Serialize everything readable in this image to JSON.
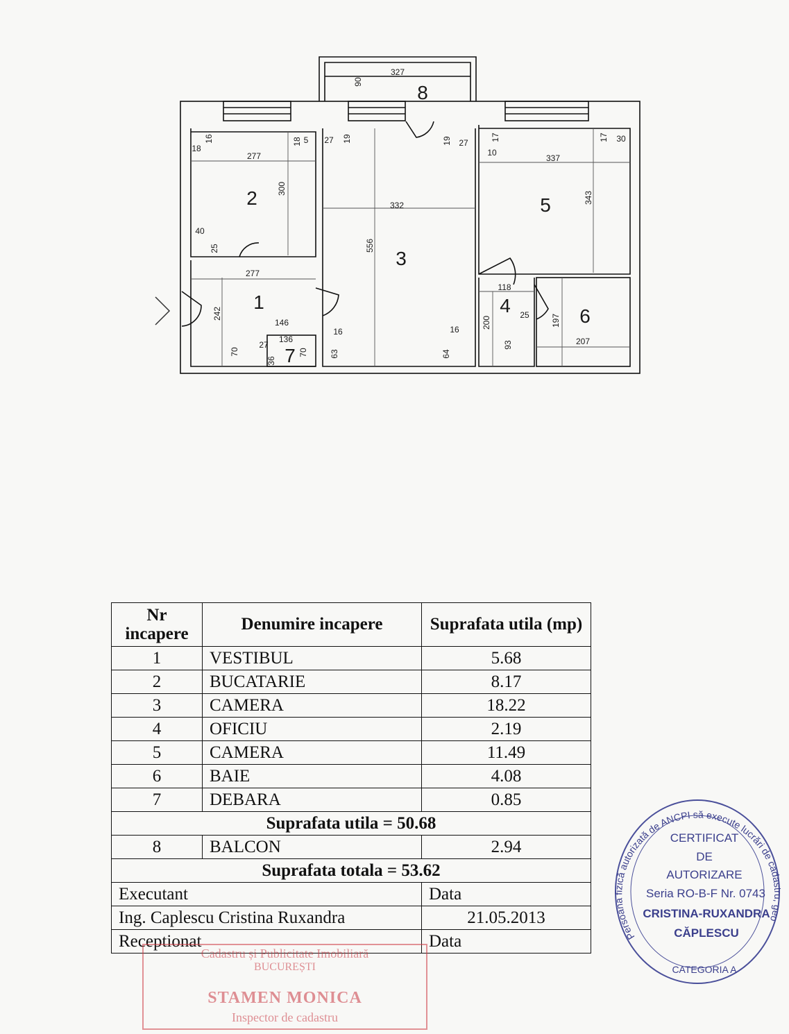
{
  "plan": {
    "room_numbers": [
      "1",
      "2",
      "3",
      "4",
      "5",
      "6",
      "7",
      "8"
    ],
    "dimensions": [
      "327",
      "90",
      "16",
      "18",
      "277",
      "300",
      "18",
      "5",
      "27",
      "19",
      "332",
      "556",
      "19",
      "27",
      "10",
      "17",
      "337",
      "343",
      "17",
      "30",
      "40",
      "25",
      "277",
      "242",
      "146",
      "136",
      "27",
      "36",
      "70",
      "70",
      "16",
      "63",
      "16",
      "64",
      "118",
      "200",
      "93",
      "25",
      "197",
      "207"
    ]
  },
  "table": {
    "header": {
      "nr": "Nr incapere",
      "name": "Denumire incapere",
      "area": "Suprafata utila (mp)"
    },
    "rooms": [
      {
        "nr": "1",
        "name": "VESTIBUL",
        "area": "5.68"
      },
      {
        "nr": "2",
        "name": "BUCATARIE",
        "area": "8.17"
      },
      {
        "nr": "3",
        "name": "CAMERA",
        "area": "18.22"
      },
      {
        "nr": "4",
        "name": "OFICIU",
        "area": "2.19"
      },
      {
        "nr": "5",
        "name": "CAMERA",
        "area": "11.49"
      },
      {
        "nr": "6",
        "name": "BAIE",
        "area": "4.08"
      },
      {
        "nr": "7",
        "name": "DEBARA",
        "area": "0.85"
      }
    ],
    "useful_total": "Suprafata utila = 50.68",
    "balcony": {
      "nr": "8",
      "name": "BALCON",
      "area": "2.94"
    },
    "grand_total": "Suprafata totala = 53.62",
    "executant_label": "Executant",
    "date_label": "Data",
    "engineer": "Ing. Caplescu Cristina Ruxandra",
    "date_value": "21.05.2013",
    "receptionat_label": "Receptionat",
    "date_label_2": "Data"
  },
  "red_stamp": {
    "line1": "Cadastru și Publicitate Imobiliară",
    "line2": "BUCUREȘTI",
    "line3": "STAMEN MONICA",
    "line4": "Inspector de cadastru"
  },
  "round_stamp": {
    "ring": "Persoana fizică autorizată de ANCPI să execute lucrări de cadastru, geodezie și cartografie",
    "title1": "CERTIFICAT",
    "title2": "DE",
    "title3": "AUTORIZARE",
    "series": "Seria RO-B-F Nr. 0743",
    "name1": "CRISTINA-RUXANDRA",
    "name2": "CĂPLESCU",
    "category": "CATEGORIA A"
  }
}
